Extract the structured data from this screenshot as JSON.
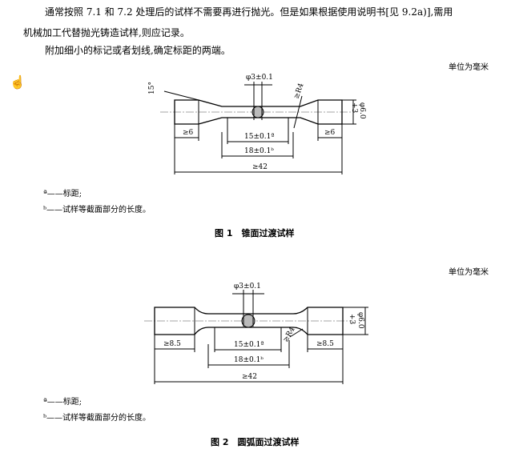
{
  "paragraphs": [
    "通常按照 7.1 和 7.2 处理后的试样不需要再进行抛光。但是如果根据使用说明书[见 9.2a)],需用",
    "机械加工代替抛光铸造试样,则应记录。",
    "附加细小的标记或者划线,确定标距的两端。"
  ],
  "figures": [
    {
      "unit": "单位为毫米",
      "dims": {
        "dia": "φ3±0.1",
        "angle": "15°",
        "radius": "≥R4",
        "grip_left": "≥6",
        "grip_right": "≥6",
        "gauge": "15±0.1ª",
        "parallel": "18±0.1ᵇ",
        "total": "≥42",
        "dia_end": "φ6.0",
        "tol": "+3"
      },
      "notes": [
        "ª——标距;",
        "ᵇ——试样等截面部分的长度。"
      ],
      "caption": "图 1　锥面过渡试样"
    },
    {
      "unit": "单位为毫米",
      "dims": {
        "dia": "φ3±0.1",
        "radius": "≥R4",
        "grip_left": "≥8.5",
        "grip_right": "≥8.5",
        "gauge": "15±0.1ª",
        "parallel": "18±0.1ᵇ",
        "total": "≥42",
        "dia_end": "φ6.0",
        "tol": "+3"
      },
      "notes": [
        "ª——标距;",
        "ᵇ——试样等截面部分的长度。"
      ],
      "caption": "图 2　圆弧面过渡试样"
    }
  ],
  "cursor_icon": "hand-cursor-icon"
}
